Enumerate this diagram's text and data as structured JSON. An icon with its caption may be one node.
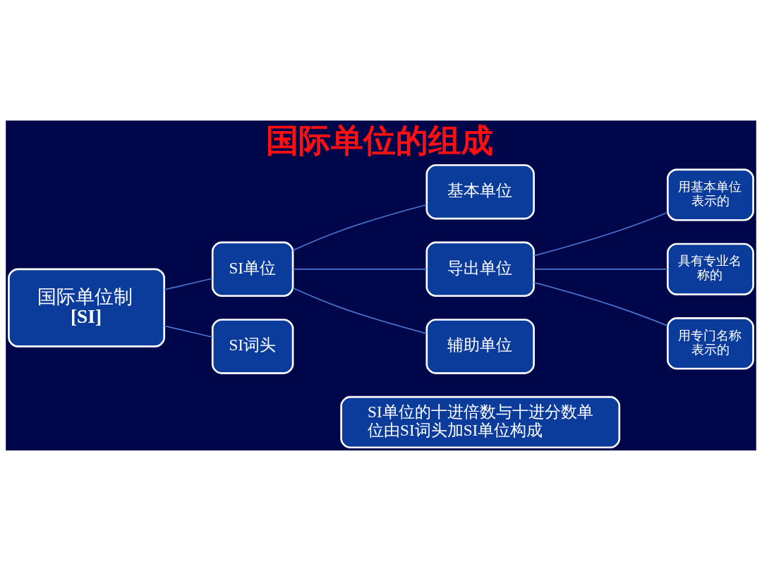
{
  "diagram": {
    "title": "国际单位的组成",
    "nodes": [
      {
        "text": [
          "国际单位制",
          "[SI]"
        ]
      },
      {
        "text": [
          "SI单位"
        ]
      },
      {
        "text": [
          "SI词头"
        ]
      },
      {
        "text": [
          "基本单位"
        ]
      },
      {
        "text": [
          "导出单位"
        ]
      },
      {
        "text": [
          "辅助单位"
        ]
      },
      {
        "text": [
          "用基本单位表示的"
        ]
      },
      {
        "text": [
          "具有专业名称的"
        ]
      },
      {
        "text": [
          "用专门名称表示的"
        ]
      },
      {
        "text": [
          "SI单位的十进倍数与十进分数单位由SI词头加SI单位构成"
        ]
      }
    ],
    "edges": [
      {
        "from": 0,
        "to": 1,
        "arrow": "none"
      },
      {
        "from": 0,
        "to": 2,
        "arrow": "none"
      },
      {
        "from": 1,
        "to": 3,
        "arrow": "none"
      },
      {
        "from": 1,
        "to": 4,
        "arrow": "none"
      },
      {
        "from": 1,
        "to": 5,
        "arrow": "none"
      },
      {
        "from": 4,
        "to": 6,
        "arrow": "none"
      },
      {
        "from": 4,
        "to": 7,
        "arrow": "none"
      },
      {
        "from": 4,
        "to": 8,
        "arrow": "none"
      }
    ]
  }
}
